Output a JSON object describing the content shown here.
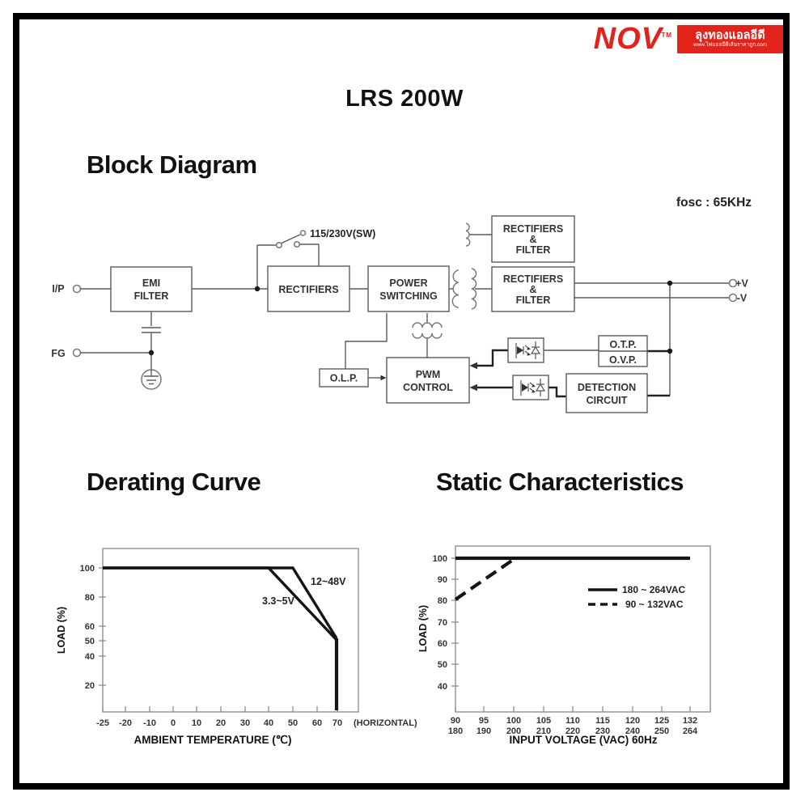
{
  "logo": {
    "brand": "NOV",
    "tm": "TM",
    "thai_title": "ลุงทองแอลอีดี",
    "thai_sub": "www.ไฟแอลอีดีเส้นราคาถูก.com",
    "accent_color": "#e2231b"
  },
  "page_title": "LRS 200W",
  "headings": {
    "block_diagram": "Block Diagram",
    "derating": "Derating Curve",
    "static": "Static Characteristics"
  },
  "block_diagram": {
    "fosc_note": "fosc : 65KHz",
    "input_label": "I/P",
    "fg_label": "FG",
    "switch_label": "115/230V(SW)",
    "emi_filter": [
      "EMI",
      "FILTER"
    ],
    "rectifiers": "RECTIFIERS",
    "power_switching": [
      "POWER",
      "SWITCHING"
    ],
    "rectifiers_filter_top": [
      "RECTIFIERS",
      "&",
      "FILTER"
    ],
    "rectifiers_filter_main": [
      "RECTIFIERS",
      "&",
      "FILTER"
    ],
    "otp": "O.T.P.",
    "ovp": "O.V.P.",
    "olp": "O.L.P.",
    "pwm_control": [
      "PWM",
      "CONTROL"
    ],
    "detection_circuit": [
      "DETECTION",
      "CIRCUIT"
    ],
    "output_pos": "+V",
    "output_neg": "-V"
  },
  "chart_data": [
    {
      "id": "derating_curve",
      "type": "line",
      "title": "Derating Curve",
      "xlabel": "AMBIENT TEMPERATURE (℃)",
      "xlabel_suffix": "(HORIZONTAL)",
      "ylabel": "LOAD (%)",
      "xticks": [
        -25,
        -20,
        -10,
        0,
        10,
        20,
        30,
        40,
        50,
        60,
        70
      ],
      "yticks": [
        100,
        80,
        60,
        50,
        40,
        20
      ],
      "xlim": [
        -25,
        78
      ],
      "ylim": [
        0,
        112
      ],
      "grid": false,
      "series": [
        {
          "name": "12~48V",
          "points": [
            [
              -25,
              100
            ],
            [
              50,
              100
            ],
            [
              70,
              51
            ],
            [
              70,
              0
            ]
          ]
        },
        {
          "name": "3.3~5V",
          "points": [
            [
              -25,
              100
            ],
            [
              40,
              100
            ],
            [
              70,
              51
            ],
            [
              70,
              0
            ]
          ]
        }
      ]
    },
    {
      "id": "static_characteristics",
      "type": "line",
      "title": "Static Characteristics",
      "xlabel": "INPUT VOLTAGE (VAC) 60Hz",
      "ylabel": "LOAD (%)",
      "xticks_row1": [
        90,
        95,
        100,
        105,
        110,
        115,
        120,
        125,
        132
      ],
      "xticks_row2": [
        180,
        190,
        200,
        210,
        220,
        230,
        240,
        250,
        264
      ],
      "yticks": [
        100,
        90,
        80,
        70,
        60,
        50,
        40
      ],
      "ylim": [
        30,
        105
      ],
      "grid": false,
      "legend_position": "upper right",
      "series": [
        {
          "name": "180 ~ 264VAC",
          "style": "solid",
          "points": [
            [
              90,
              100
            ],
            [
              132,
              100
            ]
          ]
        },
        {
          "name": "90 ~ 132VAC",
          "style": "dashed",
          "points": [
            [
              90,
              80
            ],
            [
              100,
              100
            ],
            [
              132,
              100
            ]
          ]
        }
      ]
    }
  ]
}
